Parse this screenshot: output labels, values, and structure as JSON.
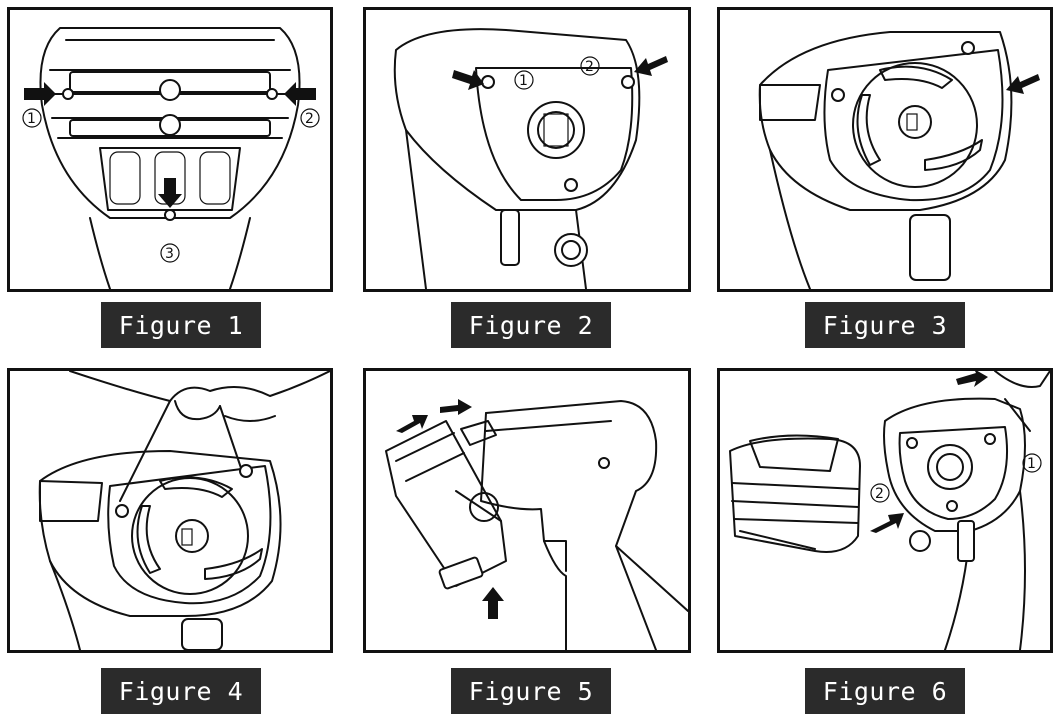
{
  "figures": [
    {
      "caption": "Figure 1",
      "steps": [
        "1",
        "2",
        "3"
      ]
    },
    {
      "caption": "Figure 2",
      "steps": [
        "1",
        "2"
      ]
    },
    {
      "caption": "Figure 3",
      "steps": []
    },
    {
      "caption": "Figure 4",
      "steps": []
    },
    {
      "caption": "Figure 5",
      "steps": []
    },
    {
      "caption": "Figure 6",
      "steps": [
        "1",
        "2"
      ]
    }
  ],
  "colors": {
    "frame": "#111111",
    "caption_bg": "#2b2b2b",
    "caption_text": "#ffffff"
  }
}
